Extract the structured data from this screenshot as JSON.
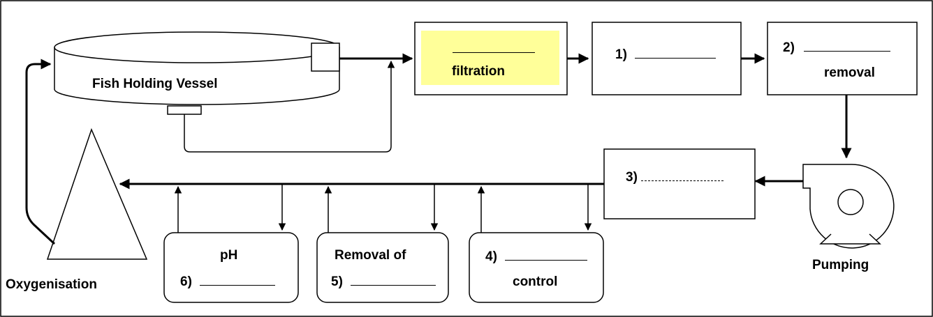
{
  "diagram": {
    "vessel": {
      "label": "Fish Holding Vessel"
    },
    "filtration": {
      "blank": "",
      "label": "filtration",
      "highlight_color": "#ffff99"
    },
    "step1": {
      "number": "1)",
      "blank": ""
    },
    "step2": {
      "number": "2)",
      "blank": "",
      "label": "removal"
    },
    "step3": {
      "number": "3)",
      "blank": ""
    },
    "pumping": {
      "label": "Pumping"
    },
    "oxygenisation": {
      "label": "Oxygenisation"
    },
    "ph_box": {
      "label": "pH",
      "number": "6)",
      "blank": ""
    },
    "removal_box": {
      "label": "Removal of",
      "number": "5)",
      "blank": ""
    },
    "control_box": {
      "number": "4)",
      "blank": "",
      "label": "control"
    }
  }
}
